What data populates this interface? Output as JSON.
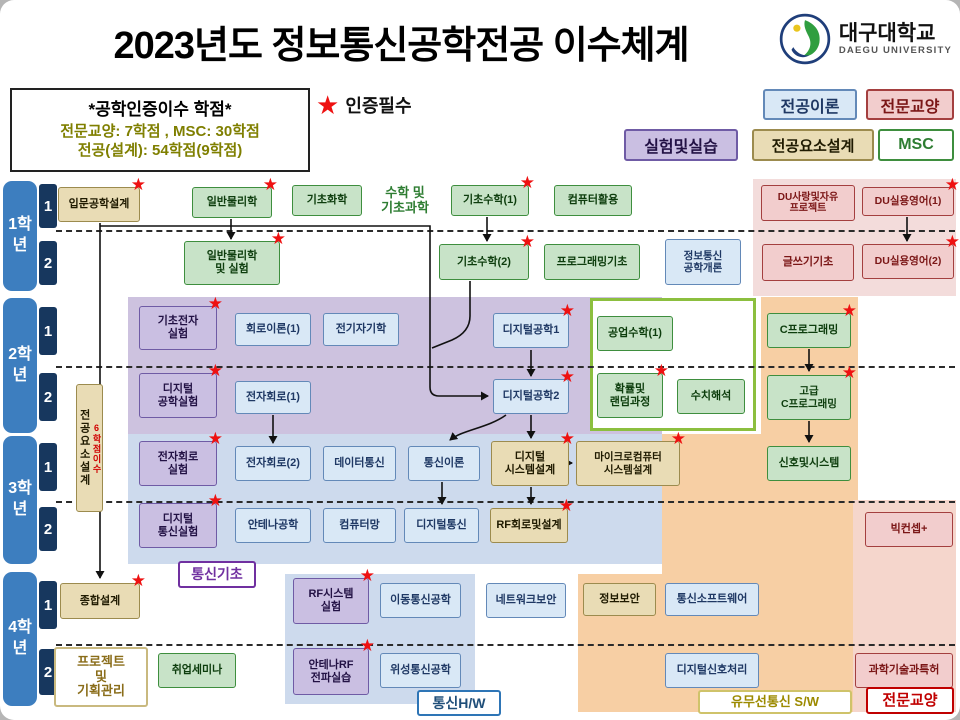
{
  "title": "2023년도 정보통신공학전공 이수체계",
  "logo": {
    "name_ko": "대구대학교",
    "name_en": "DAEGU UNIVERSITY"
  },
  "info_box": {
    "line1": "*공학인증이수 학점*",
    "line2": "전문교양: 7학점 , MSC: 30학점",
    "line3": "전공(설계): 54학점(9학점)"
  },
  "star_note": "인증필수",
  "icons": {
    "star": "★"
  },
  "palette": {
    "theory": {
      "bg": "#d9e8f6",
      "border": "#6389b8",
      "text": "#1f3864"
    },
    "liberal": {
      "bg": "#f2cdcd",
      "border": "#a43f3f",
      "text": "#7b1616"
    },
    "lab": {
      "bg": "#cabfe2",
      "border": "#6f5ba5",
      "text": "#221144"
    },
    "design": {
      "bg": "#e9dcb5",
      "border": "#9c8b4e",
      "text": "#1f1a00"
    },
    "msc": {
      "bg": "#c8e3c8",
      "border": "#3e8e3e",
      "text": "#0d3d0d"
    },
    "msc_chip": {
      "bg": "#ffffff",
      "border": "#3e8e3e",
      "text": "#2e7d32"
    },
    "star": "#ee1111",
    "note_red": "#d00000",
    "sidebar": {
      "year_bg": "#3d7ebf",
      "sem_bg": "#17375e",
      "text": "#ffffff"
    },
    "regions": {
      "pink_top": "#f3dcdb",
      "purple": "#cdc2df",
      "blue": "#cddaed",
      "orange": "#f7cfa4",
      "pink_right": "#f5d6cc",
      "green_frame": "#8cbf3f"
    }
  },
  "legend": [
    {
      "id": "legend-major-theory",
      "label": "전공이론",
      "cat": "theory"
    },
    {
      "id": "legend-liberal-arts",
      "label": "전문교양",
      "cat": "liberal"
    },
    {
      "id": "legend-lab-practice",
      "label": "실험및실습",
      "cat": "lab"
    },
    {
      "id": "legend-design-element",
      "label": "전공요소설계",
      "cat": "design"
    },
    {
      "id": "legend-msc",
      "label": "MSC",
      "cat": "msc_chip"
    }
  ],
  "years": [
    {
      "label": "1학\n년",
      "semesters": [
        "1",
        "2"
      ]
    },
    {
      "label": "2학\n년",
      "semesters": [
        "1",
        "2"
      ]
    },
    {
      "label": "3학\n년",
      "semesters": [
        "1",
        "2"
      ]
    },
    {
      "label": "4학\n년",
      "semesters": [
        "1",
        "2"
      ]
    }
  ],
  "courses": [
    {
      "id": "intro-eng-design",
      "label": "입문공학설계",
      "cat": "design",
      "star": true
    },
    {
      "id": "gen-physics",
      "label": "일반물리학",
      "cat": "msc",
      "star": true
    },
    {
      "id": "basic-chem",
      "label": "기초화학",
      "cat": "msc",
      "star": false
    },
    {
      "id": "basic-math1",
      "label": "기초수학(1)",
      "cat": "msc",
      "star": true
    },
    {
      "id": "computer-use",
      "label": "컴퓨터활용",
      "cat": "msc",
      "star": false
    },
    {
      "id": "du-love-project",
      "label": "DU사랑및자유\n프로젝트",
      "cat": "liberal",
      "star": false
    },
    {
      "id": "du-english1",
      "label": "DU실용영어(1)",
      "cat": "liberal",
      "star": true
    },
    {
      "id": "gen-physics-lab",
      "label": "일반물리학\n및 실험",
      "cat": "msc",
      "star": true
    },
    {
      "id": "basic-math2",
      "label": "기초수학(2)",
      "cat": "msc",
      "star": true
    },
    {
      "id": "prog-basics",
      "label": "프로그래밍기초",
      "cat": "msc",
      "star": false
    },
    {
      "id": "ict-intro",
      "label": "정보통신\n공학개론",
      "cat": "theory",
      "star": false
    },
    {
      "id": "writing-basics",
      "label": "글쓰기기초",
      "cat": "liberal",
      "star": false
    },
    {
      "id": "du-english2",
      "label": "DU실용영어(2)",
      "cat": "liberal",
      "star": true
    },
    {
      "id": "basic-elec-lab",
      "label": "기초전자\n실험",
      "cat": "lab",
      "star": true
    },
    {
      "id": "circuit-theory1",
      "label": "회로이론(1)",
      "cat": "theory",
      "star": false
    },
    {
      "id": "electromagnetics",
      "label": "전기자기학",
      "cat": "theory",
      "star": false
    },
    {
      "id": "digital-eng1",
      "label": "디지털공학1",
      "cat": "theory",
      "star": true
    },
    {
      "id": "eng-math1",
      "label": "공업수학(1)",
      "cat": "msc",
      "star": false
    },
    {
      "id": "c-programming",
      "label": "C프로그래밍",
      "cat": "msc",
      "star": true
    },
    {
      "id": "design-elements",
      "label": "전공요소설계",
      "cat": "design",
      "star": false,
      "vertical": true,
      "note": "6학점이수"
    },
    {
      "id": "digital-eng-lab",
      "label": "디지털\n공학실험",
      "cat": "lab",
      "star": true
    },
    {
      "id": "elec-circuit1",
      "label": "전자회로(1)",
      "cat": "theory",
      "star": false
    },
    {
      "id": "digital-eng2",
      "label": "디지털공학2",
      "cat": "theory",
      "star": true
    },
    {
      "id": "prob-random",
      "label": "확률및\n랜덤과정",
      "cat": "msc",
      "star": true
    },
    {
      "id": "numerical-analysis",
      "label": "수치해석",
      "cat": "msc",
      "star": false
    },
    {
      "id": "adv-c-programming",
      "label": "고급\nC프로그래밍",
      "cat": "msc",
      "star": true
    },
    {
      "id": "elec-circuit-lab",
      "label": "전자회로\n실험",
      "cat": "lab",
      "star": true
    },
    {
      "id": "elec-circuit2",
      "label": "전자회로(2)",
      "cat": "theory",
      "star": false
    },
    {
      "id": "data-comm",
      "label": "데이터통신",
      "cat": "theory",
      "star": false
    },
    {
      "id": "comm-theory",
      "label": "통신이론",
      "cat": "theory",
      "star": false
    },
    {
      "id": "digital-sys-design",
      "label": "디지털\n시스템설계",
      "cat": "design",
      "star": true
    },
    {
      "id": "micro-sys-design",
      "label": "마이크로컴퓨터\n시스템설계",
      "cat": "design",
      "star": true
    },
    {
      "id": "signals-systems",
      "label": "신호및시스템",
      "cat": "msc",
      "star": false
    },
    {
      "id": "digital-comm-lab",
      "label": "디지털\n통신실험",
      "cat": "lab",
      "star": true
    },
    {
      "id": "antenna-eng",
      "label": "안테나공학",
      "cat": "theory",
      "star": false
    },
    {
      "id": "computer-networks",
      "label": "컴퓨터망",
      "cat": "theory",
      "star": false
    },
    {
      "id": "digital-comm",
      "label": "디지털통신",
      "cat": "theory",
      "star": false
    },
    {
      "id": "rf-circuit-design",
      "label": "RF회로및설계",
      "cat": "design",
      "star": true
    },
    {
      "id": "big-concept",
      "label": "빅컨셉+",
      "cat": "liberal",
      "star": false
    },
    {
      "id": "capstone-design",
      "label": "종합설계",
      "cat": "design",
      "star": true
    },
    {
      "id": "rf-system-lab",
      "label": "RF시스템\n실험",
      "cat": "lab",
      "star": true
    },
    {
      "id": "mobile-comm",
      "label": "이동통신공학",
      "cat": "theory",
      "star": false
    },
    {
      "id": "network-security",
      "label": "네트워크보안",
      "cat": "theory",
      "star": false
    },
    {
      "id": "info-security",
      "label": "정보보안",
      "cat": "design",
      "star": false
    },
    {
      "id": "comm-software",
      "label": "통신소프트웨어",
      "cat": "theory",
      "star": false
    },
    {
      "id": "career-seminar",
      "label": "취업세미나",
      "cat": "msc",
      "star": false
    },
    {
      "id": "antenna-rf-practice",
      "label": "안테나RF\n전파실습",
      "cat": "lab",
      "star": true
    },
    {
      "id": "satellite-comm",
      "label": "위성통신공학",
      "cat": "theory",
      "star": false
    },
    {
      "id": "digital-signal-proc",
      "label": "디지털신호처리",
      "cat": "theory",
      "star": false
    },
    {
      "id": "sci-tech-patent",
      "label": "과학기술과특허",
      "cat": "liberal",
      "star": false
    }
  ],
  "labels": [
    {
      "id": "math-basic-science",
      "text": "수학 및\n기초과학",
      "color": "#2e7d32",
      "box": false
    },
    {
      "id": "comm-basics",
      "text": "통신기초",
      "color": "#7030a0",
      "box": true,
      "border_color": "#7030a0"
    },
    {
      "id": "project-planning",
      "text": "프로젝트\n및\n기획관리",
      "color": "#8a6d1a",
      "box": true,
      "border_color": "#c9b97f"
    },
    {
      "id": "comm-hw",
      "text": "통신H/W",
      "color": "#1f4e79",
      "box": true,
      "border_color": "#2e75b6"
    },
    {
      "id": "wireless-sw",
      "text": "유무선통신 S/W",
      "color": "#9c8a00",
      "box": true,
      "border_color": "#cfc36a"
    },
    {
      "id": "liberal-bottom",
      "text": "전문교양",
      "color": "#c00000",
      "box": true,
      "border_color": "#c00000"
    }
  ]
}
